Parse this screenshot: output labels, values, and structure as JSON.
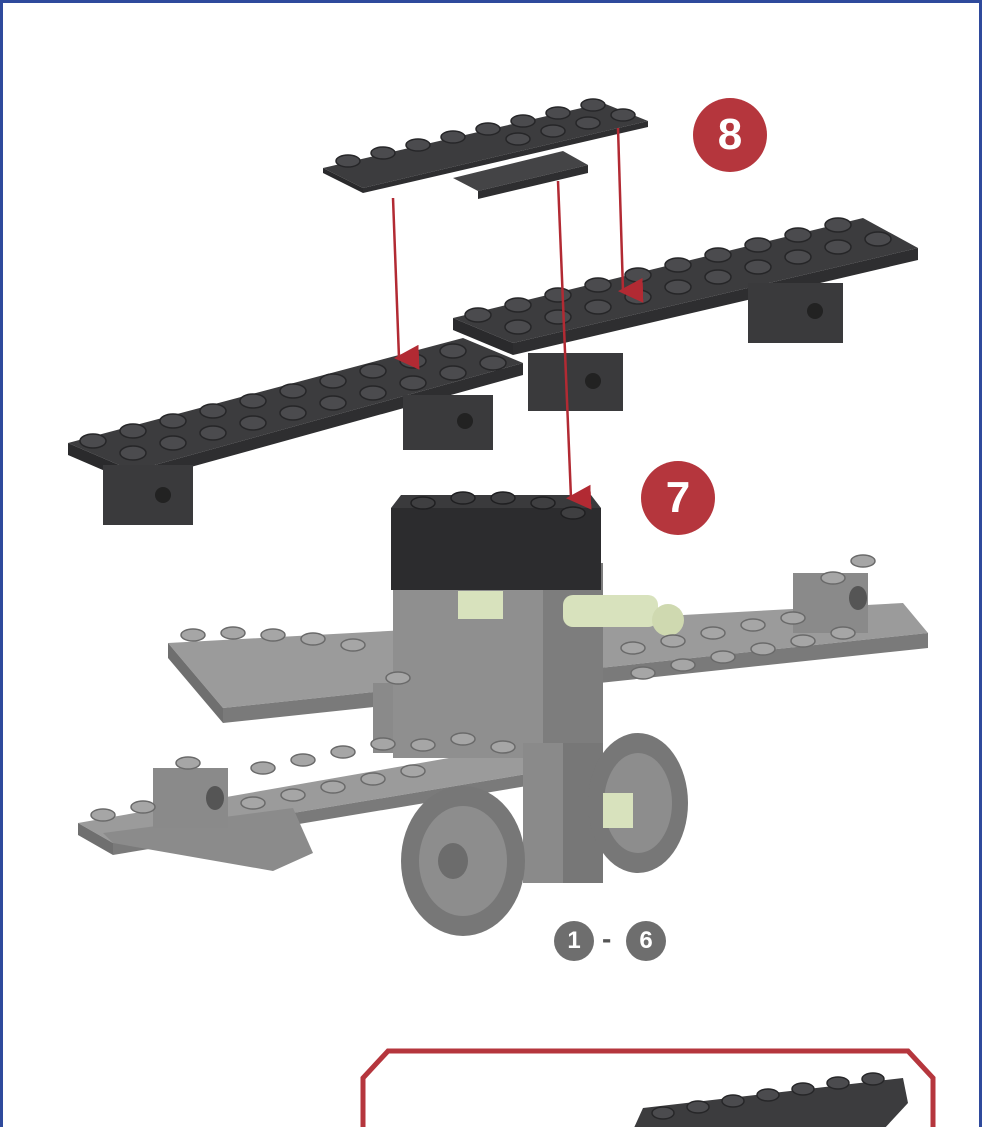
{
  "steps": {
    "step8": "8",
    "step7": "7",
    "range_start": "1",
    "range_sep": "-",
    "range_end": "6"
  },
  "colors": {
    "frame": "#2f4a9c",
    "badge_red": "#b5363d",
    "badge_gray": "#6e6e6e",
    "arrow": "#b22a33",
    "dark_brick": "#3c3c3e",
    "light_brick": "#8e8e8e"
  },
  "icons": [
    "step-8-badge",
    "step-7-badge",
    "assembly-arrow",
    "brick-model"
  ]
}
